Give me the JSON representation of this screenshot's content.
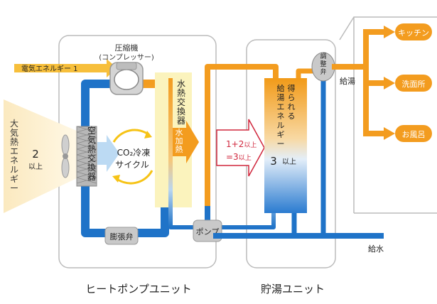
{
  "labels": {
    "compressor": "圧縮機",
    "compressor_sub": "(コンプレッサー)",
    "electric_energy": "電気エネルギー 1",
    "air_energy": "大気熱エネルギー",
    "air_energy_value": "2",
    "air_energy_unit": "以上",
    "air_heat_exchanger": "空気熱交換器",
    "co2_cycle_1": "CO₂冷凍",
    "co2_cycle_2": "サイクル",
    "water_heat_exchanger": "水熱交換器",
    "water_heating": "水加熱",
    "expansion_valve": "膨張弁",
    "pump": "ポンプ",
    "formula_line1_a": "1+2",
    "formula_line1_b": "以上",
    "formula_line2_a": "=3",
    "formula_line2_b": "以上",
    "obtained_energy": "得られる給湯エネルギー",
    "obtained_value": "3",
    "obtained_unit": "以上",
    "mixing_valve": "調整弁",
    "hot_water_supply": "給湯",
    "water_supply": "給水",
    "kitchen": "キッチン",
    "washroom": "洗面所",
    "bath": "お風呂",
    "heat_pump_unit": "ヒートポンプユニット",
    "storage_unit": "貯湯ユニット"
  },
  "colors": {
    "orange": "#f39c1f",
    "blue": "#1f73c8",
    "light_blue": "#cfe6f7",
    "yellow_panel": "#fbf3bd",
    "grey_component": "#c9c9c9",
    "red_arrow": "#d0263c",
    "unit_outline": "#bbbbbb"
  }
}
